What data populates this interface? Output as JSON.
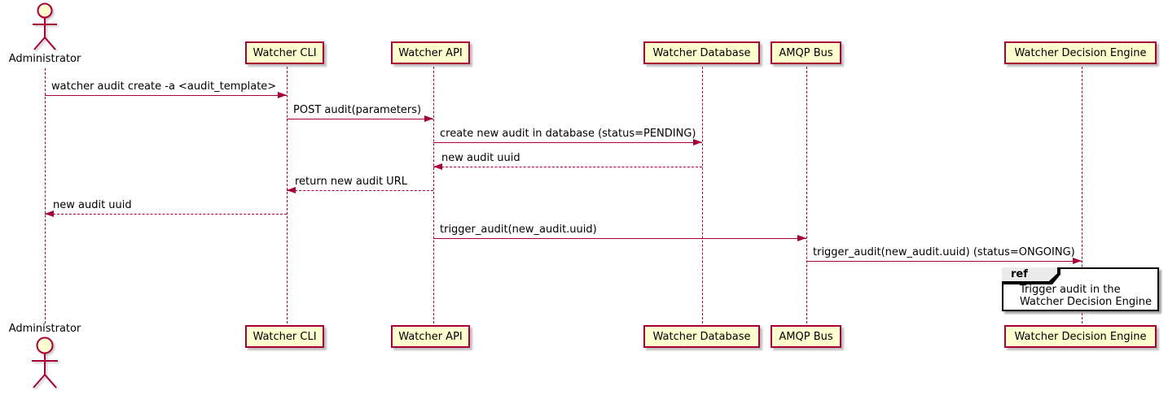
{
  "diagram": {
    "type": "sequence-diagram",
    "colors": {
      "background": "#FFFFFF",
      "participant_fill": "#FEFECE",
      "stroke": "#A80036",
      "text": "#000000",
      "ref_border": "#000000",
      "ref_header_fill": "#EBEBEB"
    },
    "icons": {
      "actor": "stick-figure-actor-icon"
    },
    "participants": [
      {
        "name": "Administrator",
        "kind": "actor"
      },
      {
        "name": "Watcher CLI",
        "kind": "participant"
      },
      {
        "name": "Watcher API",
        "kind": "participant"
      },
      {
        "name": "Watcher Database",
        "kind": "participant"
      },
      {
        "name": "AMQP Bus",
        "kind": "participant"
      },
      {
        "name": "Watcher Decision Engine",
        "kind": "participant"
      }
    ],
    "messages": [
      {
        "from": "Administrator",
        "to": "Watcher CLI",
        "label": "watcher audit create -a <audit_template>",
        "style": "solid"
      },
      {
        "from": "Watcher CLI",
        "to": "Watcher API",
        "label": "POST audit(parameters)",
        "style": "solid"
      },
      {
        "from": "Watcher API",
        "to": "Watcher Database",
        "label": "create new audit in database (status=PENDING)",
        "style": "solid"
      },
      {
        "from": "Watcher Database",
        "to": "Watcher API",
        "label": "new audit uuid",
        "style": "dashed"
      },
      {
        "from": "Watcher API",
        "to": "Watcher CLI",
        "label": "return new audit URL",
        "style": "dashed"
      },
      {
        "from": "Watcher CLI",
        "to": "Administrator",
        "label": "new audit uuid",
        "style": "dashed"
      },
      {
        "from": "Watcher API",
        "to": "AMQP Bus",
        "label": "trigger_audit(new_audit.uuid)",
        "style": "solid"
      },
      {
        "from": "AMQP Bus",
        "to": "Watcher Decision Engine",
        "label": "trigger_audit(new_audit.uuid) (status=ONGOING)",
        "style": "solid"
      }
    ],
    "ref": {
      "keyword": "ref",
      "over": "Watcher Decision Engine",
      "lines": [
        "Trigger audit in the",
        "Watcher Decision Engine"
      ]
    }
  }
}
